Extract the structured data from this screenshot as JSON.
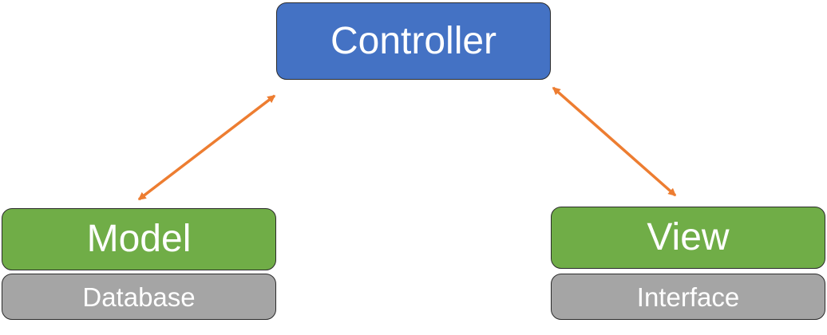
{
  "diagram": {
    "controller": {
      "label": "Controller"
    },
    "model": {
      "label": "Model",
      "sub_label": "Database"
    },
    "view": {
      "label": "View",
      "sub_label": "Interface"
    }
  },
  "colors": {
    "controller_fill": "#4472c4",
    "component_fill": "#70ad47",
    "layer_fill": "#a5a5a5",
    "arrow": "#ed7d31",
    "border": "#2b2b2b",
    "text": "#ffffff"
  },
  "connections": [
    {
      "from": "controller",
      "to": "model",
      "direction": "bidirectional"
    },
    {
      "from": "controller",
      "to": "view",
      "direction": "bidirectional"
    }
  ]
}
